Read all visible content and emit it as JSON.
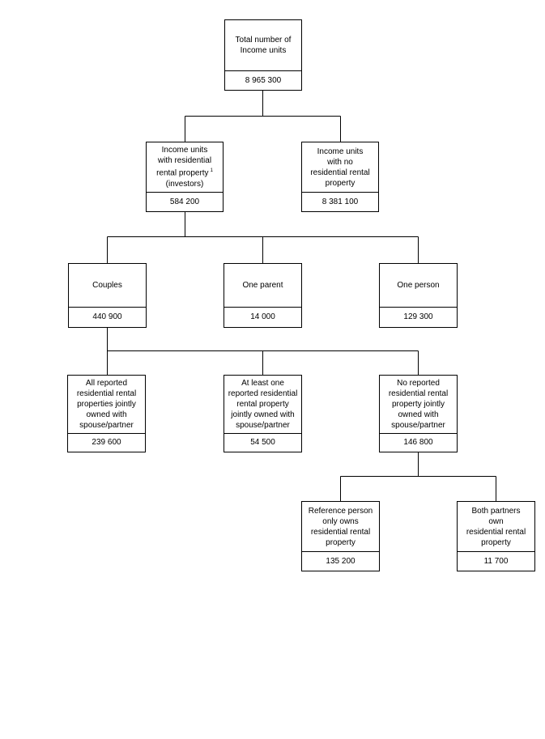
{
  "nodes": {
    "total": {
      "label": "Total number of\nIncome units",
      "value": "8 965 300"
    },
    "investors": {
      "label": "Income units\nwith residential\nrental property",
      "label_sup": "1",
      "label_tail": "\n(investors)",
      "value": "584 200"
    },
    "non_investors": {
      "label": "Income units\nwith no\nresidential rental\nproperty",
      "value": "8 381 100"
    },
    "couples": {
      "label": "Couples",
      "value": "440 900"
    },
    "one_parent": {
      "label": "One parent",
      "value": "14 000"
    },
    "one_person": {
      "label": "One person",
      "value": "129 300"
    },
    "all_joint": {
      "label": "All reported\nresidential rental\nproperties jointly\nowned with\nspouse/partner",
      "value": "239 600"
    },
    "at_least_one": {
      "label": "At least one\nreported residential\nrental property\njointly owned with\nspouse/partner",
      "value": "54 500"
    },
    "no_joint": {
      "label": "No reported\nresidential rental\nproperty jointly\nowned with\nspouse/partner",
      "value": "146 800"
    },
    "reference_only": {
      "label": "Reference person\nonly owns\nresidential rental\nproperty",
      "value": "135 200"
    },
    "both_own": {
      "label": "Both partners\nown\nresidential rental\nproperty",
      "value": "11 700"
    }
  },
  "colors": {
    "line": "#000000",
    "background": "#ffffff"
  }
}
